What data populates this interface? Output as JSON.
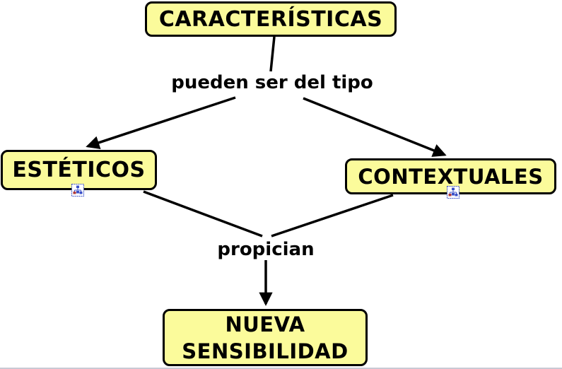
{
  "colors": {
    "canvas_bg": "#FFFFFF",
    "node_fill": "#FBFB9B",
    "node_border": "#000000",
    "label_text": "#000000",
    "connector": "#000000",
    "icon_accent": "#3A50C8",
    "icon_secondary": "#B03A3A",
    "bottom_edge_line": "#C9C9D4"
  },
  "concept_map": {
    "nodes": {
      "caracteristicas": {
        "label": "CARACTERÍSTICAS"
      },
      "esteticos": {
        "label": "ESTÉTICOS"
      },
      "contextuales": {
        "label": "CONTEXTUALES"
      },
      "nueva_sensibilidad": {
        "label": "NUEVA SENSIBILIDAD"
      }
    },
    "linking_phrases": {
      "pueden_ser_del_tipo": {
        "label": "pueden ser del tipo"
      },
      "propician": {
        "label": "propician"
      }
    },
    "connections": [
      {
        "from": "CARACTERÍSTICAS",
        "to": "pueden ser del tipo",
        "arrow": false
      },
      {
        "from": "pueden ser del tipo",
        "to": "ESTÉTICOS",
        "arrow": true
      },
      {
        "from": "pueden ser del tipo",
        "to": "CONTEXTUALES",
        "arrow": true
      },
      {
        "from": "ESTÉTICOS",
        "to": "propician",
        "arrow": false
      },
      {
        "from": "CONTEXTUALES",
        "to": "propician",
        "arrow": false
      },
      {
        "from": "propician",
        "to": "NUEVA SENSIBILIDAD",
        "arrow": true
      }
    ],
    "resource_icons": [
      {
        "on": "ESTÉTICOS",
        "icon": "linked-cmap-icon"
      },
      {
        "on": "CONTEXTUALES",
        "icon": "linked-cmap-icon"
      }
    ]
  }
}
